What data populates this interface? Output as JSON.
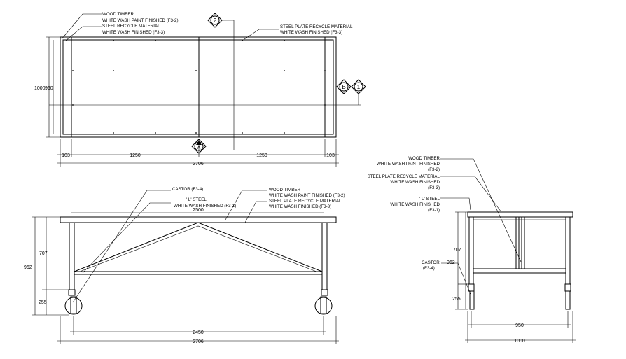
{
  "plan": {
    "notes": {
      "wood_timber_1": "WOOD TIMBER",
      "wood_timber_2": "WHITE WASH PAINT FINISHED (F3-2)",
      "steel_recycle_1": "STEEL RECYCLE MATERIAL",
      "steel_recycle_2": "WHITE WASH FINISHED (F3-3)",
      "steel_plate_1": "STEEL PLATE RECYCLE MATERIAL",
      "steel_plate_2": "WHITE WASH FINISHED (F3-3)"
    },
    "markers": {
      "top": "2",
      "right_a": "B",
      "right_b": "1",
      "bottom": "A"
    },
    "dims": {
      "height": "1000",
      "height_inner": "960",
      "left_end": "103",
      "span_a": "1250",
      "span_b": "1250",
      "right_end": "103",
      "total": "2706"
    }
  },
  "front": {
    "notes": {
      "castor": "CASTOR (F3-4)",
      "l_steel_1": "' L' STEEL",
      "l_steel_2": "WHITE WASH FINISHED (F3-1)",
      "wood_1": "WOOD TIMBER",
      "wood_2": "WHITE WASH PAINT FINISHED (F3-2)",
      "plate_1": "STEEL PLATE RECYCLE MATERIAL",
      "plate_2": "WHITE WASH FINISHED (F3-3)"
    },
    "dims": {
      "top_span": "2500",
      "frame_h": "707",
      "total_h": "962",
      "castor_h": "255",
      "wheel_span": "2450",
      "total": "2706"
    }
  },
  "side": {
    "notes": {
      "wood_1": "WOOD TIMBER",
      "wood_2": "WHITE WASH PAINT FINISHED",
      "wood_3": "(F3-2)",
      "plate_1": "STEEL PLATE RECYCLE MATERIAL",
      "plate_2": "WHITE WASH FINISHED",
      "plate_3": "(F3-3)",
      "l_steel_1": "' L' STEEL",
      "l_steel_2": "WHITE WASH FINISHED",
      "l_steel_3": "(F3-1)",
      "castor_1": "CASTOR",
      "castor_2": "(F3-4)"
    },
    "dims": {
      "frame_h": "707",
      "total_h": "962",
      "castor_h": "255",
      "inner_w": "950",
      "total_w": "1000"
    }
  }
}
